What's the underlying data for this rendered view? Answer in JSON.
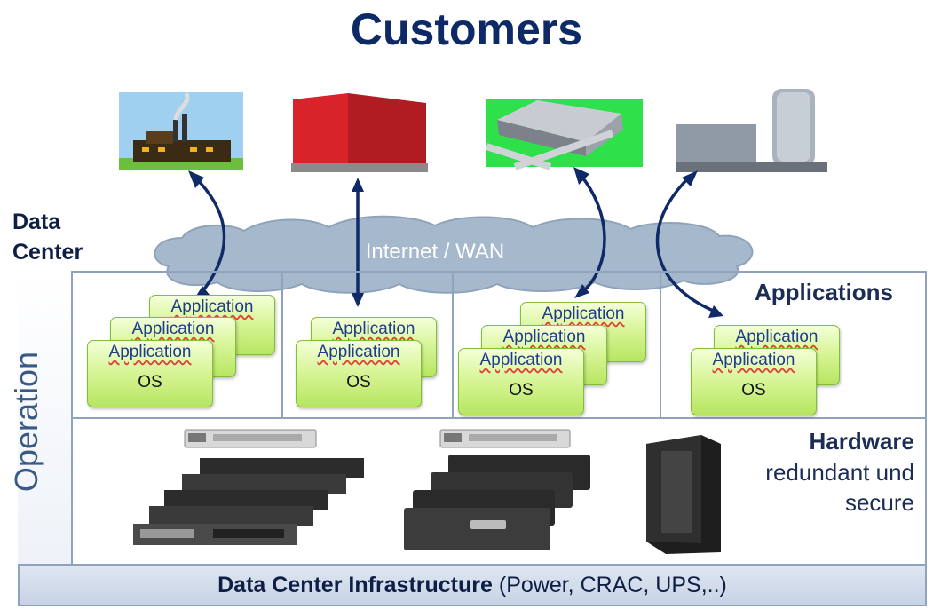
{
  "title": "Customers",
  "data_center_label": [
    "Data",
    "Center"
  ],
  "cloud_label": "Internet / WAN",
  "operation_label": "Operation",
  "applications_label": "Applications",
  "hardware": {
    "title": "Hardware",
    "lines": [
      "redundant und",
      "secure"
    ]
  },
  "infrastructure": {
    "bold": "Data Center Infrastructure",
    "rest": " (Power, CRAC, UPS,..)"
  },
  "stack_labels": {
    "application": "Application",
    "os": "OS"
  },
  "colors": {
    "title": "#0d2a66",
    "border": "#8fa3bd",
    "card_green": "#b7e660",
    "arrow": "#0f2a66",
    "cloud": "#a6b8cc"
  },
  "icons": [
    "factory-icon",
    "office-building-icon",
    "warehouse-icon",
    "modern-tower-icon",
    "rack-server-icon",
    "storage-array-icon",
    "server-cabinet-icon"
  ]
}
